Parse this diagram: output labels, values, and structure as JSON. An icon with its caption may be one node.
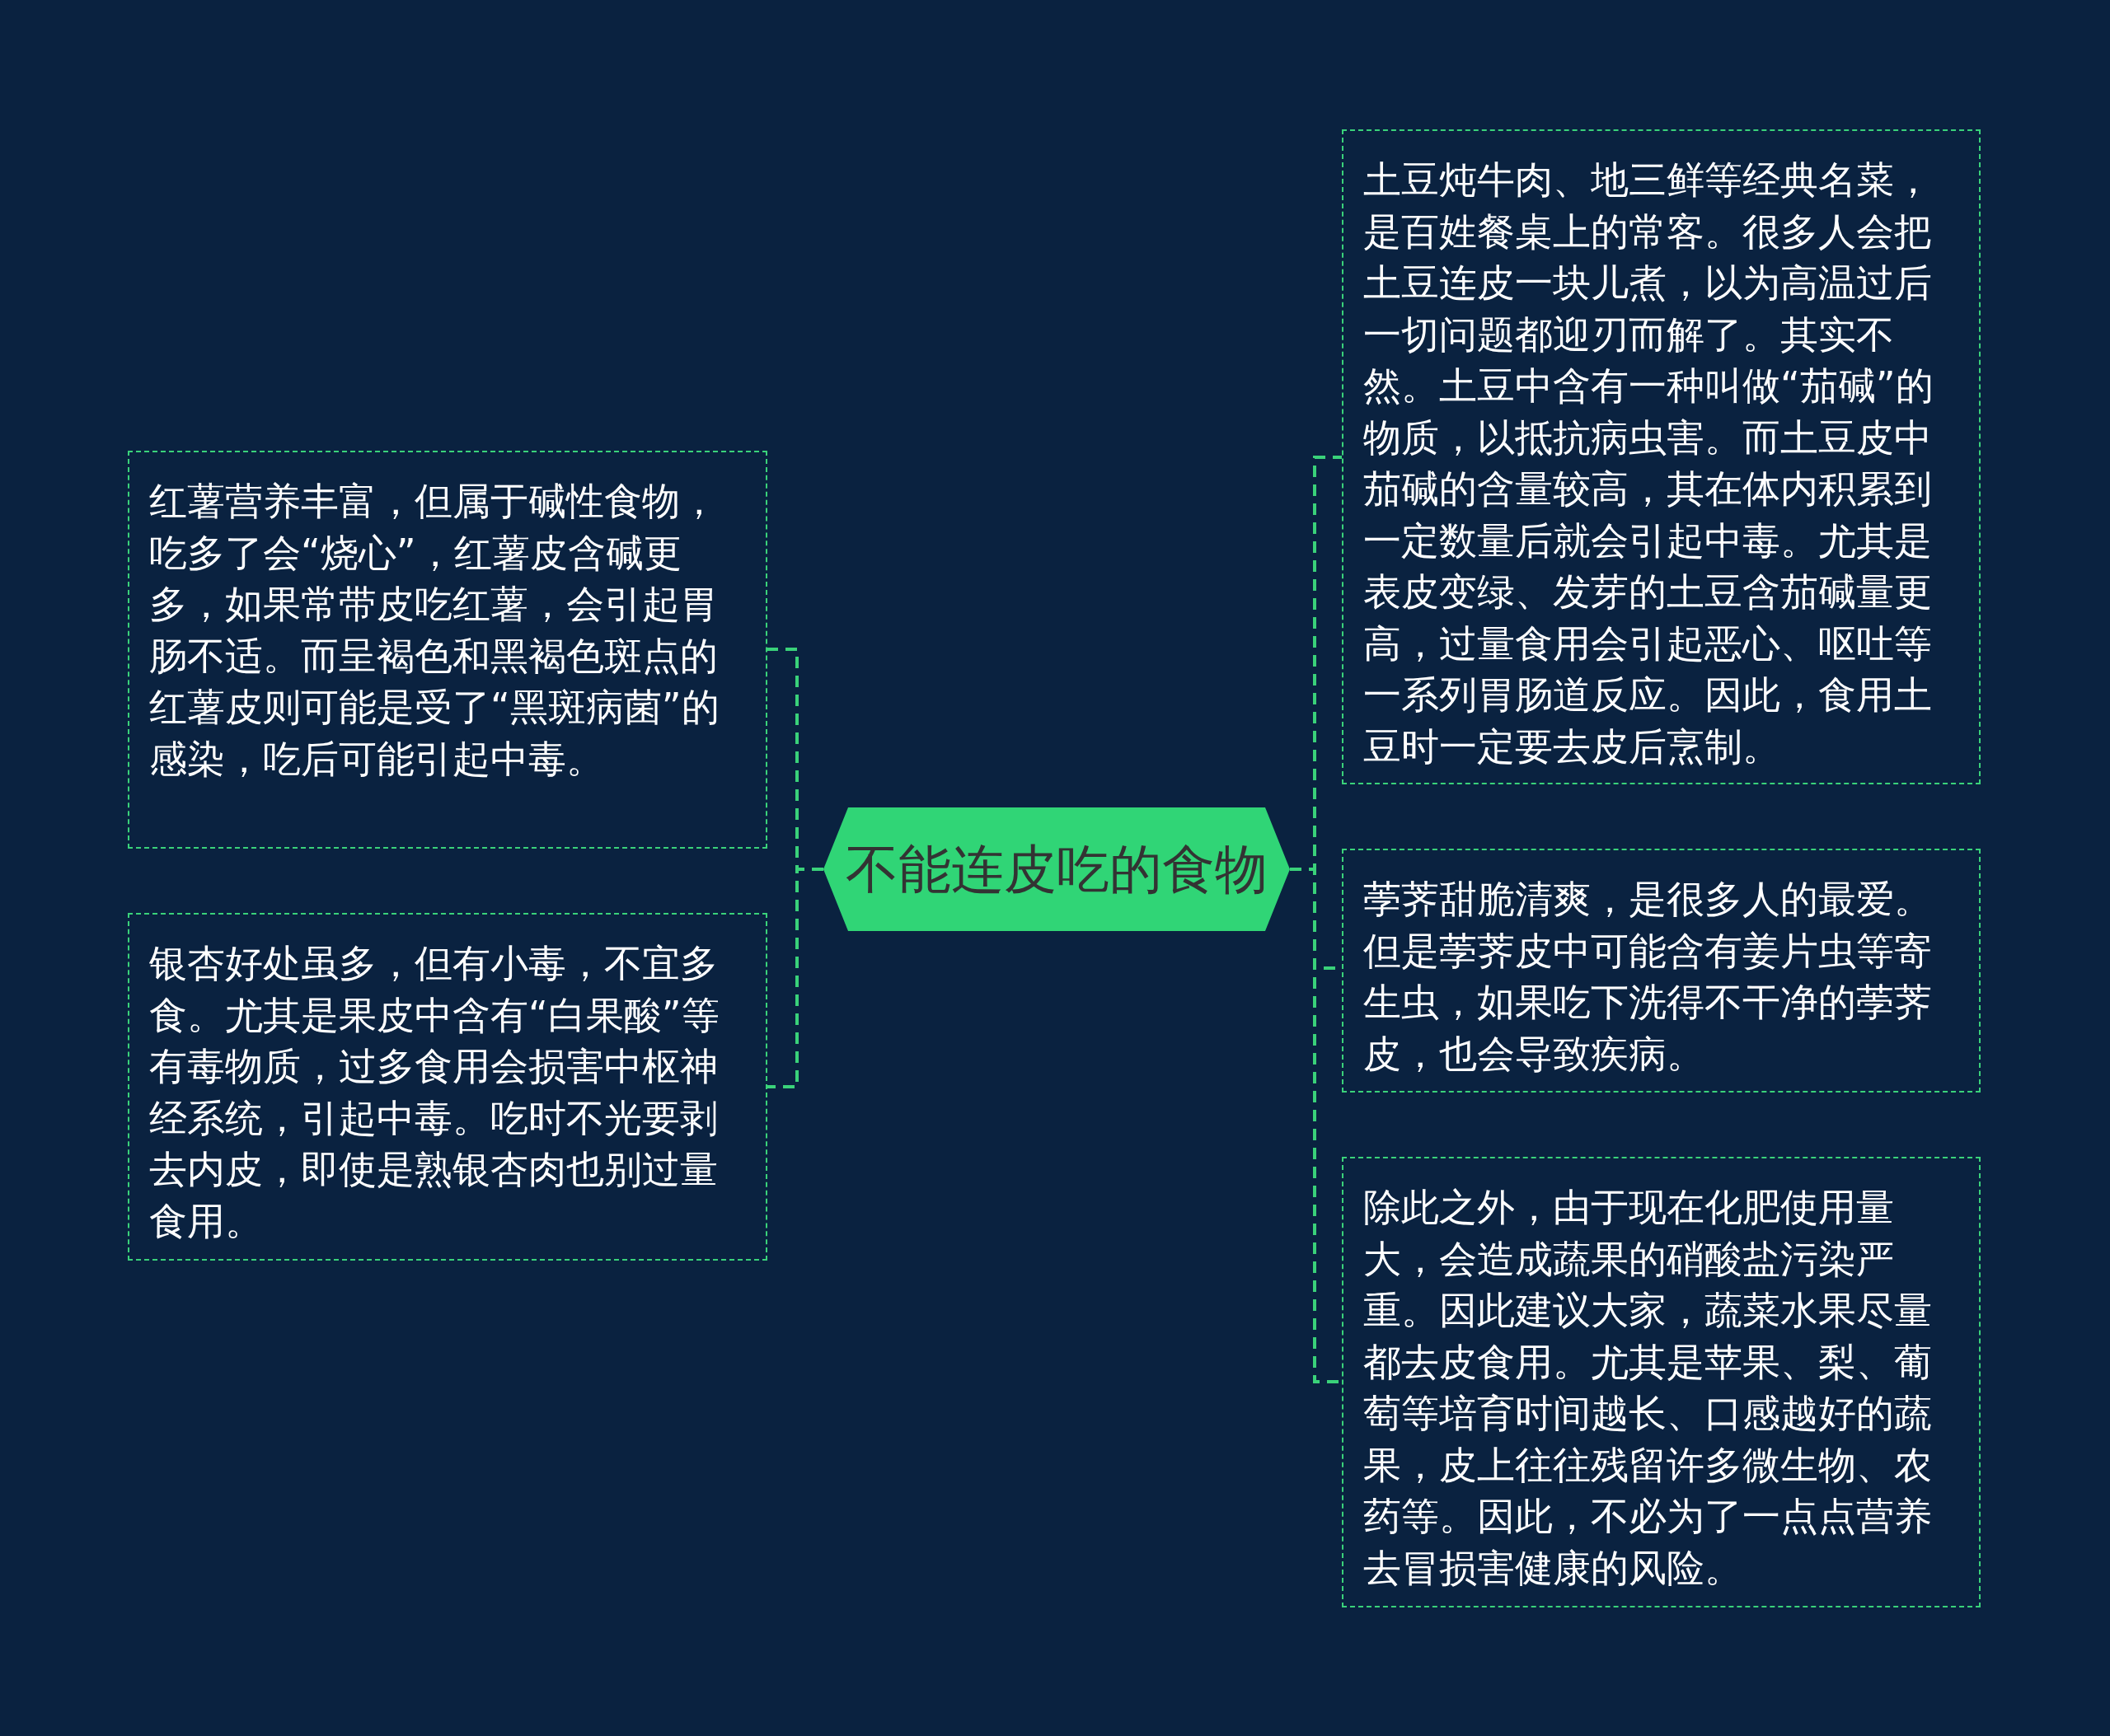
{
  "diagram": {
    "nodes": [
      {
        "text": [
          "不能连皮吃的食物"
        ]
      },
      {
        "text": [
          "红薯营养丰富，但属于碱性食物，吃多了会“烧心”，红薯皮含碱更多，如果常带皮吃红薯，会引起胃肠不适。而呈褐色和黑褐色斑点的红薯皮则可能是受了“黑斑病菌”的感染，吃后可能引起中毒。"
        ]
      },
      {
        "text": [
          "银杏好处虽多，但有小毒，不宜多食。尤其是果皮中含有“白果酸”等有毒物质，过多食用会损害中枢神经系统，引起中毒。吃时不光要剥去内皮，即使是熟银杏肉也别过量食用。"
        ]
      },
      {
        "text": [
          "土豆炖牛肉、地三鲜等经典名菜，是百姓餐桌上的常客。很多人会把土豆连皮一块儿煮，以为高温过后一切问题都迎刃而解了。其实不然。土豆中含有一种叫做“茄碱”的物质，以抵抗病虫害。而土豆皮中茄碱的含量较高，其在体内积累到一定数量后就会引起中毒。尤其是表皮变绿、发芽的土豆含茄碱量更高，过量食用会引起恶心、呕吐等一系列胃肠道反应。因此，食用土豆时一定要去皮后烹制。"
        ]
      },
      {
        "text": [
          "荸荠甜脆清爽，是很多人的最爱。但是荸荠皮中可能含有姜片虫等寄生虫，如果吃下洗得不干净的荸荠皮，也会导致疾病。"
        ]
      },
      {
        "text": [
          "除此之外，由于现在化肥使用量大，会造成蔬果的硝酸盐污染严重。因此建议大家，蔬菜水果尽量都去皮食用。尤其是苹果、梨、葡萄等培育时间越长、口感越好的蔬果，皮上往往残留许多微生物、农药等。因此，不必为了一点点营养去冒损害健康的风险。"
        ]
      }
    ],
    "edges": [
      {
        "from": 0,
        "to": 1,
        "arrow": "none",
        "style": "dashed"
      },
      {
        "from": 0,
        "to": 2,
        "arrow": "none",
        "style": "dashed"
      },
      {
        "from": 0,
        "to": 3,
        "arrow": "none",
        "style": "dashed"
      },
      {
        "from": 0,
        "to": 4,
        "arrow": "none",
        "style": "dashed"
      },
      {
        "from": 0,
        "to": 5,
        "arrow": "none",
        "style": "dashed"
      }
    ]
  }
}
